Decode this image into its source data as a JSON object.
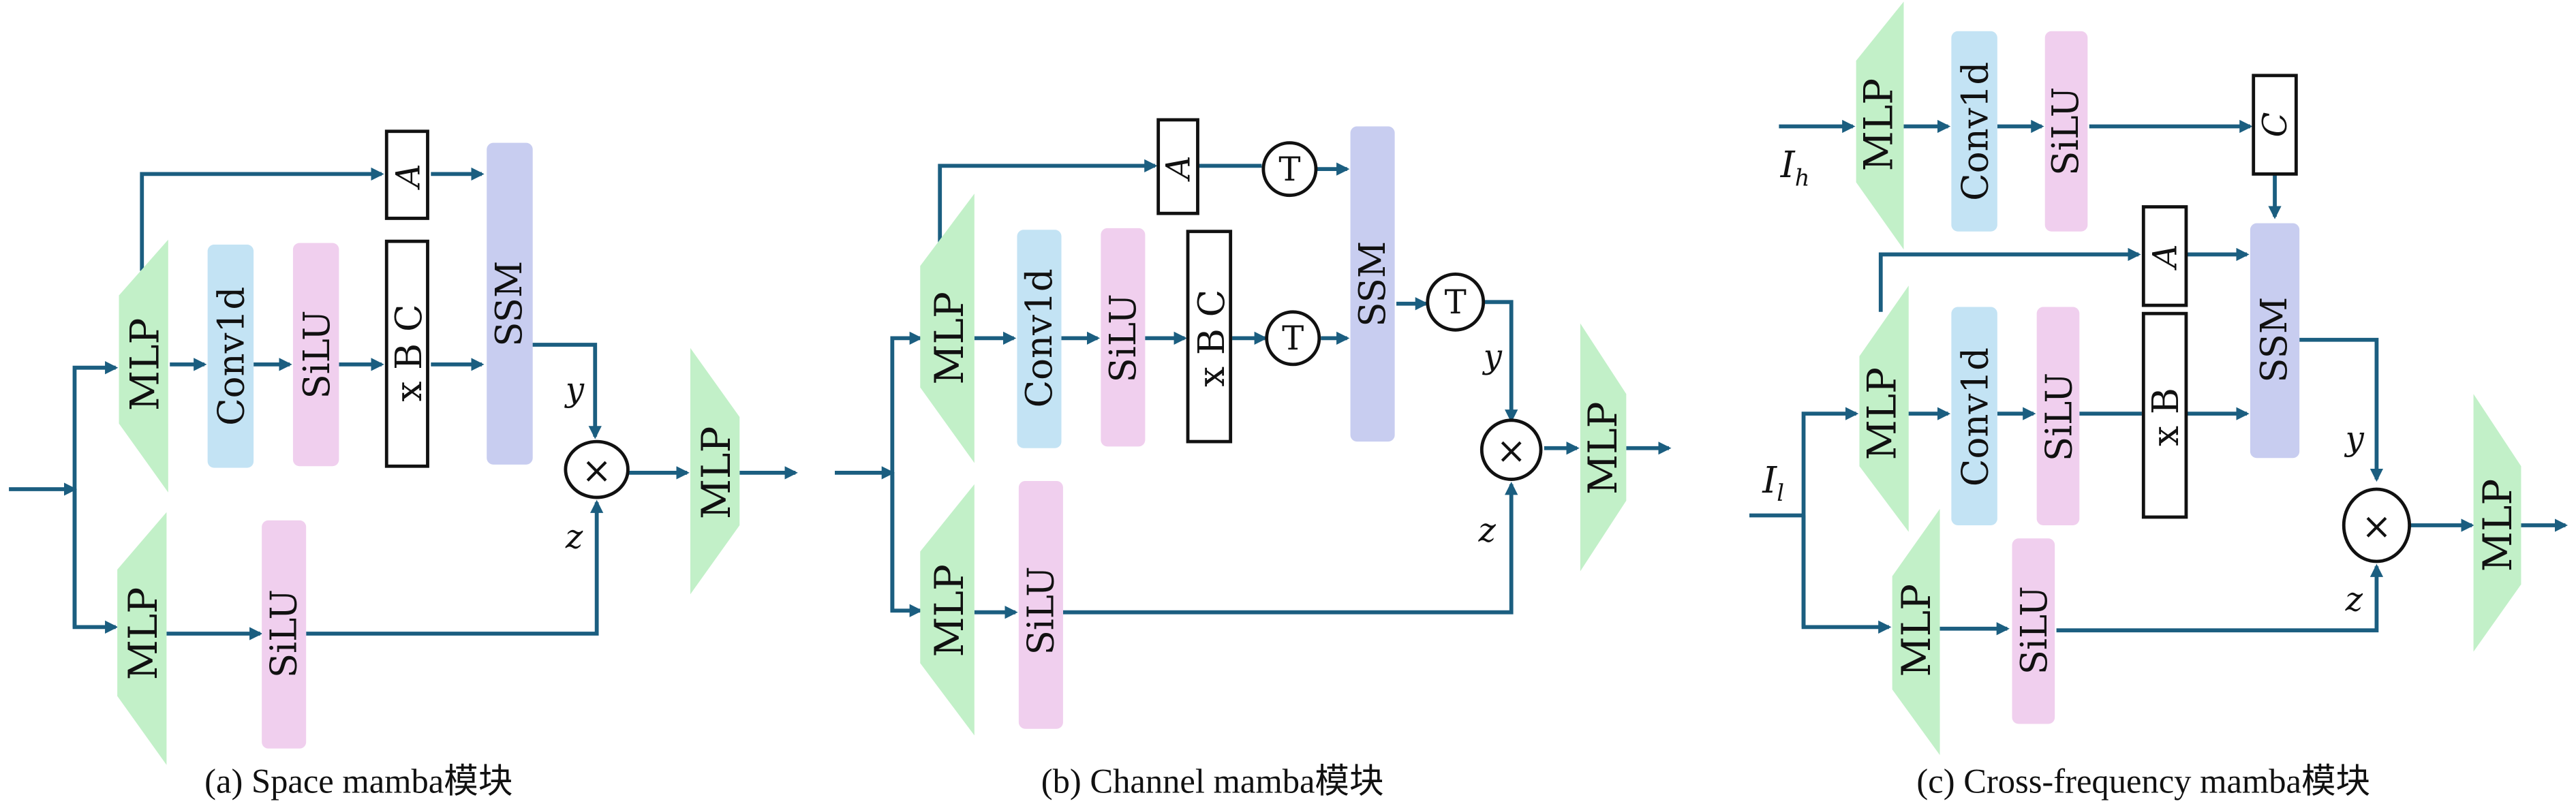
{
  "colors": {
    "mlp": "#c2f0c8",
    "conv": "#c3e3f4",
    "silu": "#f0cfee",
    "ssm": "#c8cdf0",
    "arrow": "#1b5e80"
  },
  "labels": {
    "mlp": "MLP",
    "conv": "Conv1d",
    "silu": "SiLU",
    "ssm": "SSM",
    "a": "A",
    "c": "C",
    "xbc": "x B C",
    "xb": "x B",
    "transpose": "T",
    "multiply": "×",
    "y": "y",
    "z": "z",
    "ih": "I_h",
    "il": "I_l",
    "ih_main": "I",
    "ih_sub": "h",
    "il_main": "I",
    "il_sub": "l"
  },
  "panels": [
    {
      "caption": "(a) Space mamba模块"
    },
    {
      "caption": "(b) Channel mamba模块"
    },
    {
      "caption": "(c) Cross-frequency mamba模块"
    }
  ]
}
